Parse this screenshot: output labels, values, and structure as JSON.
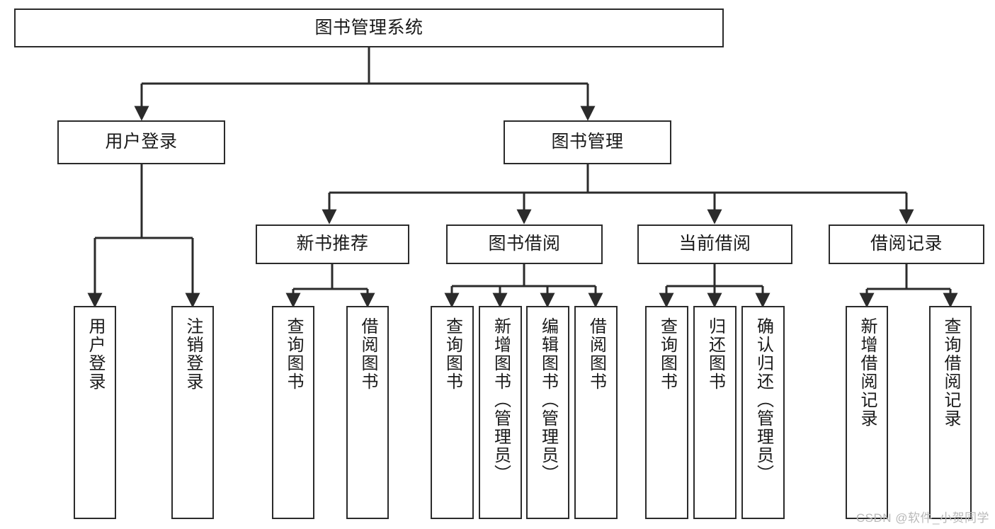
{
  "diagram": {
    "title": "图书管理系统",
    "watermark": "CSDN @软件_小贺同学",
    "line_color": "#2b2b2b",
    "box_fill": "#ffffff",
    "text_color": "#1a1a1a",
    "watermark_color": "#b9b9b9",
    "levels": {
      "level1": [
        "图书管理系统"
      ],
      "level2": [
        "用户登录",
        "图书管理"
      ],
      "level3": [
        "新书推荐",
        "图书借阅",
        "当前借阅",
        "借阅记录"
      ],
      "level4": [
        "用户登录",
        "注销登录",
        "查询图书",
        "借阅图书",
        "查询图书",
        "新增图书（管理员）",
        "编辑图书（管理员）",
        "借阅图书",
        "查询图书",
        "归还图书",
        "确认归还（管理员）",
        "新增借阅记录",
        "查询借阅记录"
      ]
    },
    "nodes": {
      "root": {
        "label": "图书管理系统"
      },
      "user_login": {
        "label": "用户登录"
      },
      "book_manage": {
        "label": "图书管理"
      },
      "new_book_rec": {
        "label": "新书推荐"
      },
      "book_borrow": {
        "label": "图书借阅"
      },
      "current_borrow": {
        "label": "当前借阅"
      },
      "borrow_record": {
        "label": "借阅记录"
      },
      "leaf_user_login": {
        "label": "用户登录"
      },
      "leaf_logout": {
        "label": "注销登录"
      },
      "leaf_query_book_1": {
        "label": "查询图书"
      },
      "leaf_borrow_book_1": {
        "label": "借阅图书"
      },
      "leaf_query_book_2": {
        "label": "查询图书"
      },
      "leaf_add_book": {
        "label": "新增图书（管理员）"
      },
      "leaf_edit_book": {
        "label": "编辑图书（管理员）"
      },
      "leaf_borrow_book_2": {
        "label": "借阅图书"
      },
      "leaf_query_book_3": {
        "label": "查询图书"
      },
      "leaf_return_book": {
        "label": "归还图书"
      },
      "leaf_confirm_return": {
        "label": "确认归还（管理员）"
      },
      "leaf_add_record": {
        "label": "新增借阅记录"
      },
      "leaf_query_record": {
        "label": "查询借阅记录"
      }
    }
  }
}
